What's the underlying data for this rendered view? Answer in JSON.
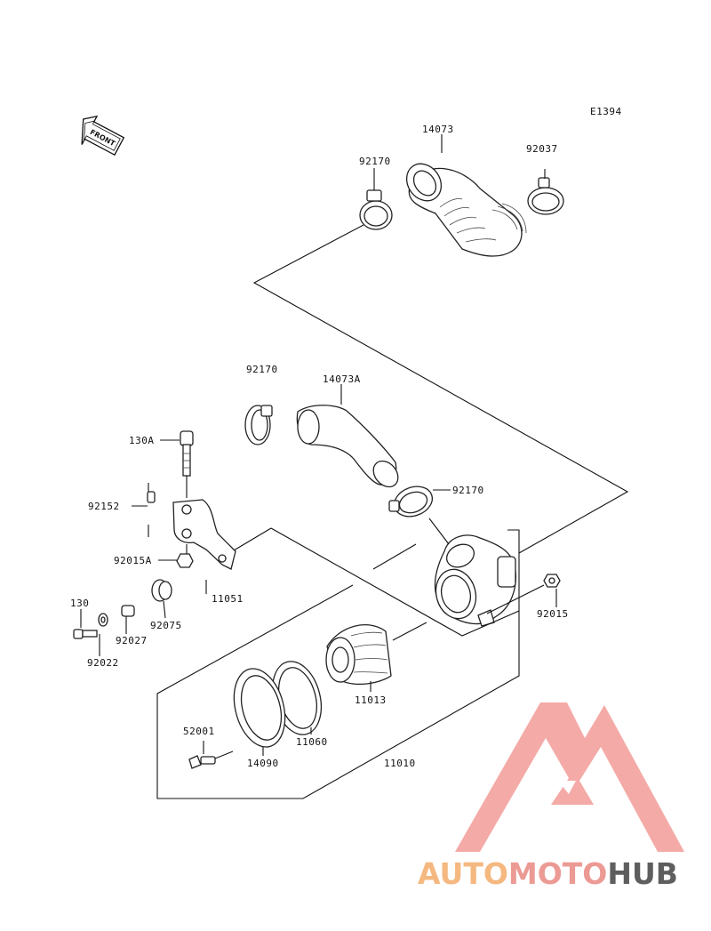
{
  "diagram_code": "E1394",
  "front_label": "FRONT",
  "parts": {
    "p14073": "14073",
    "p92037": "92037",
    "p92170_top": "92170",
    "p92170_mid": "92170",
    "p14073A": "14073A",
    "p92170_low": "92170",
    "p130A": "130A",
    "p92152": "92152",
    "p92015A": "92015A",
    "p11051": "11051",
    "p130": "130",
    "p92027": "92027",
    "p92075": "92075",
    "p92022": "92022",
    "p92015": "92015",
    "p11013": "11013",
    "p11060": "11060",
    "p52001": "52001",
    "p14090": "14090",
    "p11010": "11010"
  },
  "watermark": {
    "part1": "AUTO",
    "part2": "MOTO",
    "part3": "HUB",
    "colors": {
      "auto": "#f4b880",
      "moto": "#ec9a94",
      "hub": "#5e5e5e",
      "triangle": "#f29a95"
    }
  }
}
